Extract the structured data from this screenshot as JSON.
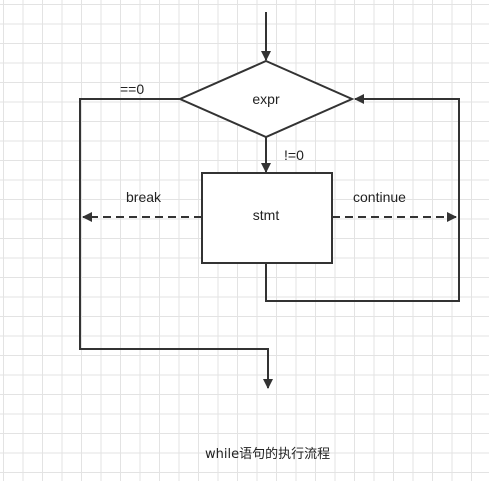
{
  "diagram": {
    "nodes": {
      "expr": "expr",
      "stmt": "stmt"
    },
    "edge_labels": {
      "false_branch": "==0",
      "true_branch": "!=0",
      "break": "break",
      "continue": "continue"
    },
    "caption": "while语句的执行流程"
  },
  "colors": {
    "stroke": "#333333",
    "grid": "#e3e3e3",
    "text": "#222222"
  }
}
